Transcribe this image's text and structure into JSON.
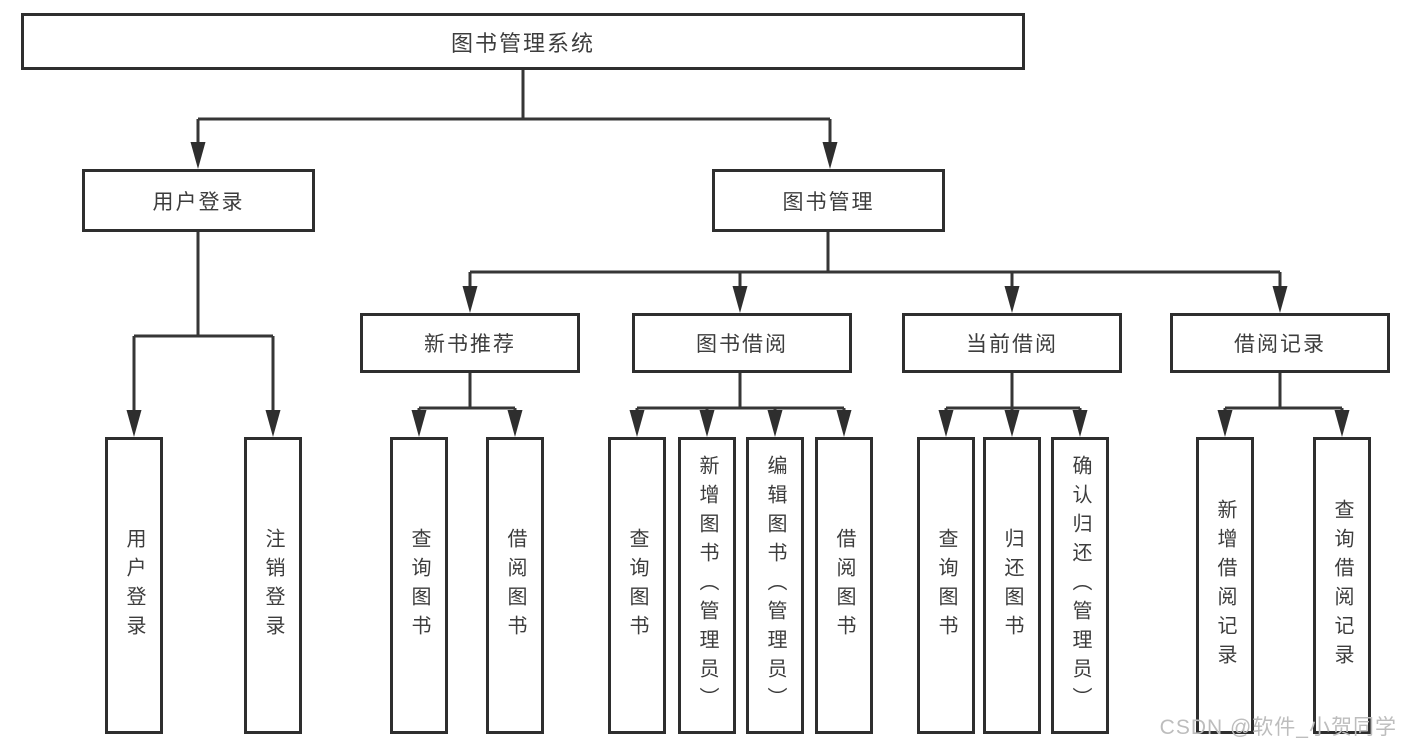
{
  "tree": {
    "root": {
      "label": "图书管理系统"
    },
    "branches": [
      {
        "label": "用户登录",
        "children": [
          {
            "label": "用户登录"
          },
          {
            "label": "注销登录"
          }
        ]
      },
      {
        "label": "图书管理",
        "children": [
          {
            "label": "新书推荐",
            "children": [
              {
                "label": "查询图书"
              },
              {
                "label": "借阅图书"
              }
            ]
          },
          {
            "label": "图书借阅",
            "children": [
              {
                "label": "查询图书"
              },
              {
                "label": "新增图书（管理员）"
              },
              {
                "label": "编辑图书（管理员）"
              },
              {
                "label": "借阅图书"
              }
            ]
          },
          {
            "label": "当前借阅",
            "children": [
              {
                "label": "查询图书"
              },
              {
                "label": "归还图书"
              },
              {
                "label": "确认归还（管理员）"
              }
            ]
          },
          {
            "label": "借阅记录",
            "children": [
              {
                "label": "新增借阅记录"
              },
              {
                "label": "查询借阅记录"
              }
            ]
          }
        ]
      }
    ]
  },
  "watermark": {
    "text": "CSDN @软件_小贺同学"
  },
  "colors": {
    "background": "#ffffff",
    "box_border": "#2e2e2e",
    "line": "#363636",
    "text": "#3d3d3d",
    "watermark": "#bdbdbd"
  }
}
